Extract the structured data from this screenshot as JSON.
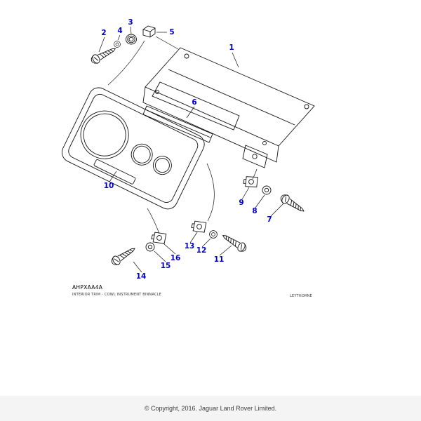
{
  "diagram": {
    "code": "AHPXAA4A",
    "caption": "INTERIOR TRIM - COWL INSTRUMENT BINNACLE",
    "plant_label": "LEYTHORNE",
    "callout_color": "#0000c8",
    "line_color": "#111111"
  },
  "callouts": [
    "1",
    "2",
    "3",
    "4",
    "5",
    "6",
    "7",
    "8",
    "9",
    "10",
    "11",
    "12",
    "13",
    "14",
    "15",
    "16"
  ],
  "footer": {
    "copyright": "© Copyright, 2016. Jaguar Land Rover Limited."
  }
}
